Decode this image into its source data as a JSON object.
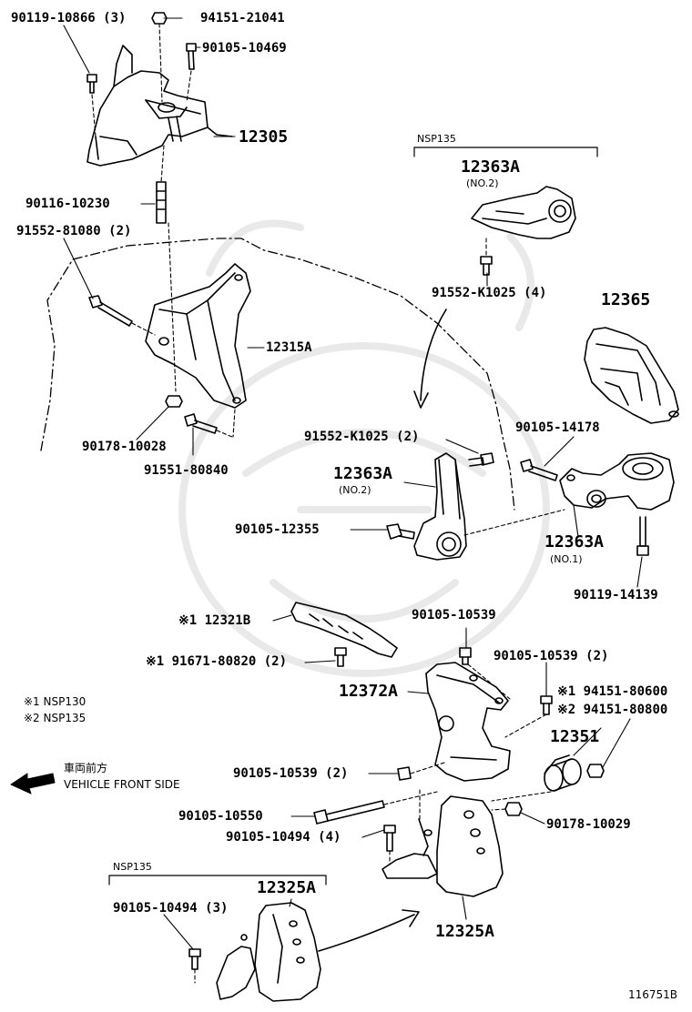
{
  "parts": {
    "p1": "90119-10866 (3)",
    "p2": "94151-21041",
    "p3": "90105-10469",
    "p4": "12305",
    "p5": "90116-10230",
    "p6": "91552-81080 (2)",
    "p7": "12315A",
    "p8": "90178-10028",
    "p9": "91551-80840",
    "p10": "12363A",
    "p11": "91552-K1025 (4)",
    "p12": "12365",
    "p13": "91552-K1025 (2)",
    "p14": "12363A",
    "p15": "90105-14178",
    "p16": "90105-12355",
    "p17": "12363A",
    "p18": "90119-14139",
    "p19": "※1 12321B",
    "p20": "90105-10539",
    "p21": "※1 91671-80820 (2)",
    "p22": "90105-10539 (2)",
    "p23": "12372A",
    "p24": "※1 94151-80600",
    "p25": "※2 94151-80800",
    "p26": "12351",
    "p27": "90105-10539 (2)",
    "p28": "90105-10550",
    "p29": "90105-10494 (4)",
    "p30": "90178-10029",
    "p31": "90105-10494 (3)",
    "p32": "12325A",
    "p33": "12325A"
  },
  "sublabels": {
    "no2_top": "(NO.2)",
    "no2_mid": "(NO.2)",
    "no1": "(NO.1)"
  },
  "sections": {
    "nsp135_top": "NSP135",
    "nsp135_bottom": "NSP135"
  },
  "notes": {
    "n1": "※1 NSP130",
    "n2": "※2 NSP135"
  },
  "direction": {
    "jp": "車両前方",
    "en": "VEHICLE FRONT SIDE"
  },
  "figure_id": "116751B"
}
